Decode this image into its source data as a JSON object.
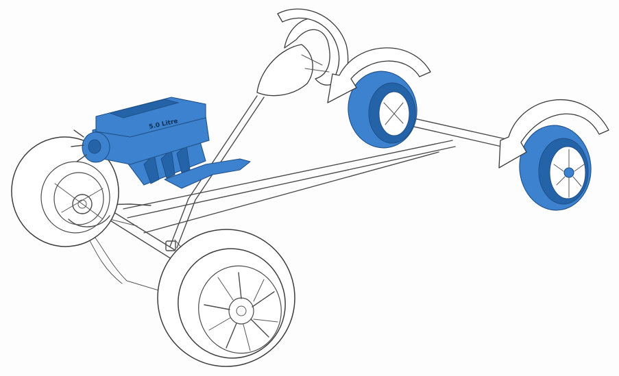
{
  "diagram": {
    "engine_badge": "5.0 Litre",
    "colors": {
      "accent": "#3d82cf",
      "accent_dark": "#2563a8",
      "line": "#4a4a4a",
      "background": "#fdfdfd"
    },
    "parts": [
      "steering-wheel",
      "steering-rotation-arrow",
      "steering-column",
      "engine",
      "front-left-wheel",
      "front-right-wheel",
      "rear-left-wheel",
      "rear-right-wheel",
      "rear-axle",
      "chassis-frame",
      "rear-wheel-rotation-arrows"
    ]
  }
}
